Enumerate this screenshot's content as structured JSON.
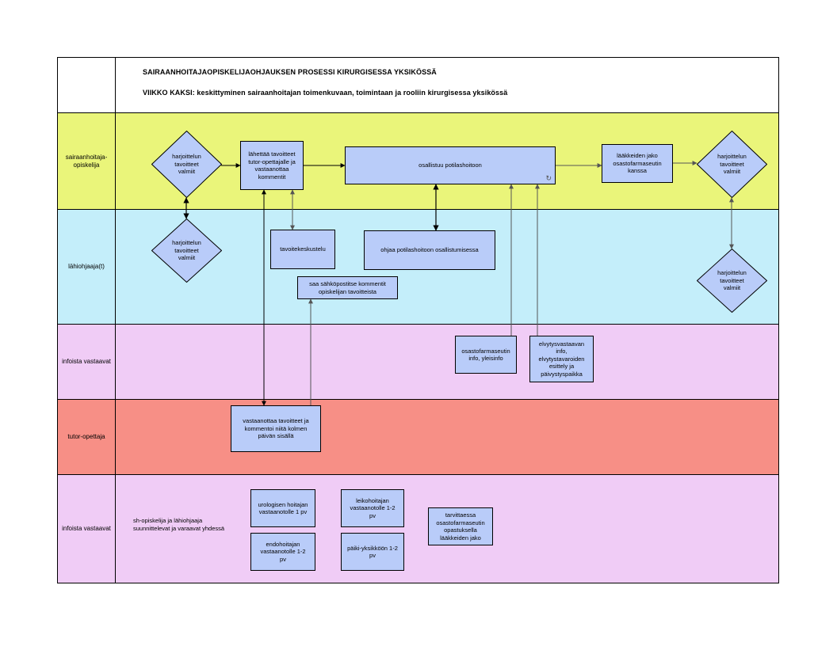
{
  "header": {
    "title": "SAIRAANHOITAJAOPISKELIJAOHJAUKSEN PROSESSI KIRURGISESSA YKSIKÖSSÄ",
    "subtitle": "VIIKKO KAKSI: keskittyminen sairaanhoitajan toimenkuvaan, toimintaan ja rooliin kirurgisessa yksikössä"
  },
  "lanes": [
    {
      "label": "sairaanhoitaja-\nopiskelija",
      "color": "#eaf57a"
    },
    {
      "label": "lähiohjaaja(t)",
      "color": "#c4eefa"
    },
    {
      "label": "infoista vastaavat",
      "color": "#f0ccf6"
    },
    {
      "label": "tutor-opettaja",
      "color": "#f78f86"
    },
    {
      "label": "infoista vastaavat",
      "color": "#f0ccf6"
    }
  ],
  "nodes": {
    "d_student_1": "harjoittelun\ntavoitteet\nvalmiit",
    "send_goals": "lähettää tavoitteet\ntutor-opettajalle ja\nvastaanottaa\nkommentit",
    "participates": "osallistuu potilashoitoon",
    "medicine": "lääkkeiden jako\nosastofarmaseutin\nkanssa",
    "d_student_2": "harjoittelun\ntavoitteet\nvalmiit",
    "d_mentor_1": "harjoittelun\ntavoitteet\nvalmiit",
    "goal_talk": "tavoitekeskustelu",
    "guides": "ohjaa potilashoitoon osallistumisessa",
    "gets_comments": "saa sähköpostitse kommentit\nopiskelijan tavoitteista",
    "d_mentor_2": "harjoittelun\ntavoitteet\nvalmiit",
    "pharmacist_info": "osastofarmaseutin\ninfo, yleisinfo",
    "resus_info": "elvytysvastaavan\ninfo,\nelvytystavaroiden\nesittely ja\npäivystyspaikka",
    "tutor_receives": "vastaanottaa tavoitteet ja\nkommentoi niitä kolmen\npäivän sisällä",
    "plan_note": "sh-opiskelija ja lähiohjaaja\nsuunnittelevat ja varaavat yhdessä",
    "urology": "urologisen hoitajan\nvastaanotolle 1 pv",
    "endo": "endohoitajan\nvastaanotolle 1-2\npv",
    "surgery_nurse": "leikohoitajan\nvastaanotolle 1-2\npv",
    "day_surgery": "päiki-yksikköön 1-2\npv",
    "pharm_guidance": "tarvittaessa\nosastofarmaseutin\nopastuksella\nlääkkeiden jako"
  },
  "colors": {
    "node_fill": "#b9ccf9",
    "arrow": "#555555"
  },
  "icons": {
    "subprocess": "loop-icon"
  }
}
